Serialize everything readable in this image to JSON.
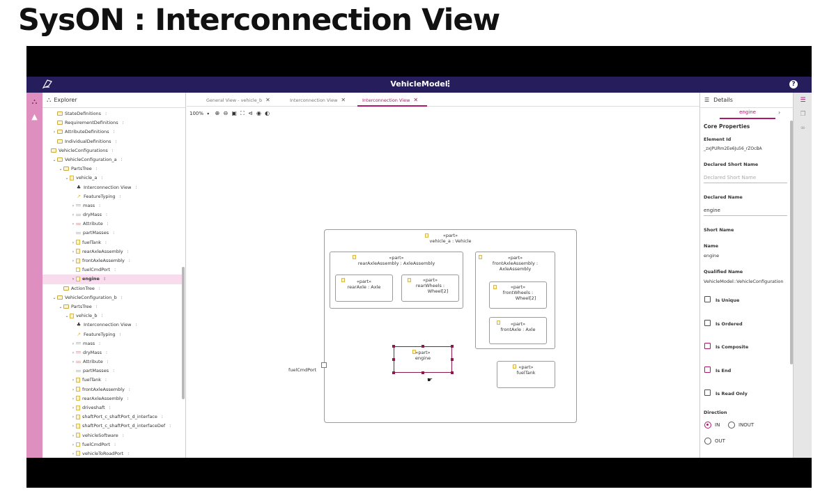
{
  "slide_title": "SysON : Interconnection View",
  "header": {
    "title": "VehicleModel",
    "menu_glyph": "⋮",
    "help_glyph": "?"
  },
  "explorer": {
    "title": "Explorer",
    "tree": [
      {
        "depth": 1,
        "toggle": "",
        "icon": "folder",
        "label": "StateDefinitions"
      },
      {
        "depth": 1,
        "toggle": "",
        "icon": "folder",
        "label": "RequirementDefinitions"
      },
      {
        "depth": 1,
        "toggle": "›",
        "icon": "folder",
        "label": "AttributeDefinitions"
      },
      {
        "depth": 1,
        "toggle": "",
        "icon": "folder",
        "label": "IndividualDefinitions"
      },
      {
        "depth": 0,
        "toggle": "",
        "icon": "folder",
        "label": "VehicleConfigurations"
      },
      {
        "depth": 1,
        "toggle": "⌄",
        "icon": "folder",
        "label": "VehicleConfiguration_a"
      },
      {
        "depth": 2,
        "toggle": "⌄",
        "icon": "folder",
        "label": "PartsTree"
      },
      {
        "depth": 3,
        "toggle": "⌄",
        "icon": "part",
        "label": "vehicle_a"
      },
      {
        "depth": 4,
        "toggle": "",
        "icon": "diagram",
        "label": "Interconnection View"
      },
      {
        "depth": 4,
        "toggle": "",
        "icon": "typing",
        "label": "FeatureTyping"
      },
      {
        "depth": 4,
        "toggle": "›",
        "icon": "attr",
        "label": "mass"
      },
      {
        "depth": 4,
        "toggle": "›",
        "icon": "attr",
        "label": "dryMass"
      },
      {
        "depth": 4,
        "toggle": "›",
        "icon": "attr",
        "label": "Attribute"
      },
      {
        "depth": 4,
        "toggle": "",
        "icon": "attr",
        "label": "partMasses"
      },
      {
        "depth": 4,
        "toggle": "›",
        "icon": "part",
        "label": "fuelTank"
      },
      {
        "depth": 4,
        "toggle": "›",
        "icon": "part",
        "label": "rearAxleAssembly"
      },
      {
        "depth": 4,
        "toggle": "›",
        "icon": "part",
        "label": "frontAxleAssembly"
      },
      {
        "depth": 4,
        "toggle": "",
        "icon": "port",
        "label": "fuelCmdPort"
      },
      {
        "depth": 4,
        "toggle": "›",
        "icon": "part",
        "label": "engine",
        "selected": true
      },
      {
        "depth": 2,
        "toggle": "",
        "icon": "folder",
        "label": "ActionTree"
      },
      {
        "depth": 1,
        "toggle": "⌄",
        "icon": "folder",
        "label": "VehicleConfiguration_b"
      },
      {
        "depth": 2,
        "toggle": "⌄",
        "icon": "folder",
        "label": "PartsTree"
      },
      {
        "depth": 3,
        "toggle": "⌄",
        "icon": "part",
        "label": "vehicle_b"
      },
      {
        "depth": 4,
        "toggle": "",
        "icon": "diagram",
        "label": "Interconnection View"
      },
      {
        "depth": 4,
        "toggle": "",
        "icon": "typing",
        "label": "FeatureTyping"
      },
      {
        "depth": 4,
        "toggle": "›",
        "icon": "attr",
        "label": "mass"
      },
      {
        "depth": 4,
        "toggle": "›",
        "icon": "attr",
        "label": "dryMass"
      },
      {
        "depth": 4,
        "toggle": "›",
        "icon": "attr",
        "label": "Attribute"
      },
      {
        "depth": 4,
        "toggle": "",
        "icon": "attr",
        "label": "partMasses"
      },
      {
        "depth": 4,
        "toggle": "›",
        "icon": "part",
        "label": "fuelTank"
      },
      {
        "depth": 4,
        "toggle": "›",
        "icon": "part",
        "label": "frontAxleAssembly"
      },
      {
        "depth": 4,
        "toggle": "›",
        "icon": "part",
        "label": "rearAxleAssembly"
      },
      {
        "depth": 4,
        "toggle": "›",
        "icon": "part",
        "label": "driveshaft"
      },
      {
        "depth": 4,
        "toggle": "›",
        "icon": "part",
        "label": "shaftPort_c_shaftPort_d_interface"
      },
      {
        "depth": 4,
        "toggle": "›",
        "icon": "part",
        "label": "shaftPort_c_shaftPort_d_interfaceDef"
      },
      {
        "depth": 4,
        "toggle": "›",
        "icon": "part",
        "label": "vehicleSoftware"
      },
      {
        "depth": 4,
        "toggle": "›",
        "icon": "port",
        "label": "fuelCmdPort"
      },
      {
        "depth": 4,
        "toggle": "›",
        "icon": "part",
        "label": "vehicleToRoadPort"
      }
    ]
  },
  "tabs": [
    {
      "label": "General View - vehicle_b",
      "active": false
    },
    {
      "label": "Interconnection View",
      "active": false
    },
    {
      "label": "Interconnection View",
      "active": true
    }
  ],
  "tab_close_glyph": "✕",
  "toolbar": {
    "zoom": "100%",
    "zoom_caret": "▾",
    "icons": [
      "⊕",
      "⊖",
      "▣",
      "⛶",
      "⊲",
      "◉",
      "◐"
    ]
  },
  "diagram": {
    "stereotype": "«part»",
    "root": {
      "name": "vehicle_a : Vehicle"
    },
    "rearAxleAssembly": {
      "name": "rearAxleAssembly : AxleAssembly"
    },
    "rearAxle": {
      "name": "rearAxle : Axle"
    },
    "rearWheels": {
      "name1": "rearWheels :",
      "name2": "Wheel[2]"
    },
    "frontAxleAssembly": {
      "name1": "frontAxleAssembly :",
      "name2": "AxleAssembly"
    },
    "frontWheels": {
      "name1": "frontWheels :",
      "name2": "Wheel[2]"
    },
    "frontAxle": {
      "name": "frontAxle : Axle"
    },
    "engine": {
      "name": "engine"
    },
    "fuelTank": {
      "name": "fuelTank"
    },
    "port_label": "fuelCmdPort"
  },
  "details": {
    "title": "Details",
    "tab": "engine",
    "tab_chevron": "›",
    "core_properties": "Core Properties",
    "element_id_label": "Element Id",
    "element_id": "_zxJPURm2Ee6Ju56_rZOcBA",
    "declared_short_name_label": "Declared Short Name",
    "declared_short_name_placeholder": "Declared Short Name",
    "declared_name_label": "Declared Name",
    "declared_name": "engine",
    "short_name_label": "Short Name",
    "name_label": "Name",
    "name": "engine",
    "qualified_name_label": "Qualified Name",
    "qualified_name": "VehicleModel::VehicleConfiguration",
    "checkboxes": [
      "Is Unique",
      "Is Ordered",
      "Is Composite",
      "Is End",
      "Is Read Only"
    ],
    "direction_label": "Direction",
    "direction_options": {
      "in": "IN",
      "inout": "INOUT",
      "out": "OUT"
    },
    "direction_selected": "IN"
  },
  "colors": {
    "header": "#261e5c",
    "accent": "#b0166f",
    "rail": "#de8fbf"
  }
}
